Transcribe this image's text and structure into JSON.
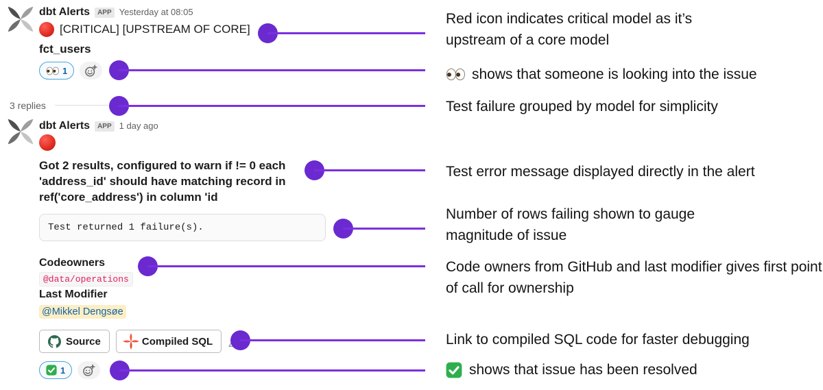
{
  "colors": {
    "accent_purple": "#6a2acf",
    "connector_line": "#7b2fe0",
    "critical_red": "#e02b20",
    "dbt_orange": "#f4553c",
    "code_red": "#e01e5a",
    "mention_blue": "#1264a3",
    "mention_bg": "#fceec5"
  },
  "message1": {
    "sender": "dbt Alerts",
    "app_badge": "APP",
    "timestamp": "Yesterday at 08:05",
    "alert_tags": "[CRITICAL] [UPSTREAM OF CORE]",
    "model_name": "fct_users",
    "reaction": {
      "icon": "eyes-emoji",
      "count": "1"
    },
    "replies": "3 replies"
  },
  "message2": {
    "sender": "dbt Alerts",
    "app_badge": "APP",
    "timestamp": "1 day ago",
    "error_message": "Got 2 results, configured to warn if != 0 each 'address_id' should have matching record in ref('core_address') in column 'id",
    "test_result": "Test returned 1 failure(s).",
    "codeowners_label": "Codeowners",
    "codeowners": "@data/operations",
    "last_modifier_label": "Last Modifier",
    "last_modifier": "@Mikkel Dengsøe",
    "source_button": "Source",
    "compiled_sql_button": "Compiled SQL",
    "reaction": {
      "icon": "check-emoji",
      "count": "1"
    }
  },
  "annotations": [
    {
      "text": "Red icon indicates critical model as it’s upstream of a core model"
    },
    {
      "icon": "eyes-emoji",
      "text": "shows that someone is looking into the issue"
    },
    {
      "text": "Test failure grouped by model for simplicity"
    },
    {
      "text": "Test error message displayed directly in the alert"
    },
    {
      "text": "Number of rows failing shown to gauge magnitude of issue"
    },
    {
      "text": "Code owners from GitHub and last modifier gives first point of call for ownership"
    },
    {
      "text": "Link to compiled SQL code for faster debugging"
    },
    {
      "icon": "check-emoji",
      "text": "shows that issue has been resolved"
    }
  ]
}
